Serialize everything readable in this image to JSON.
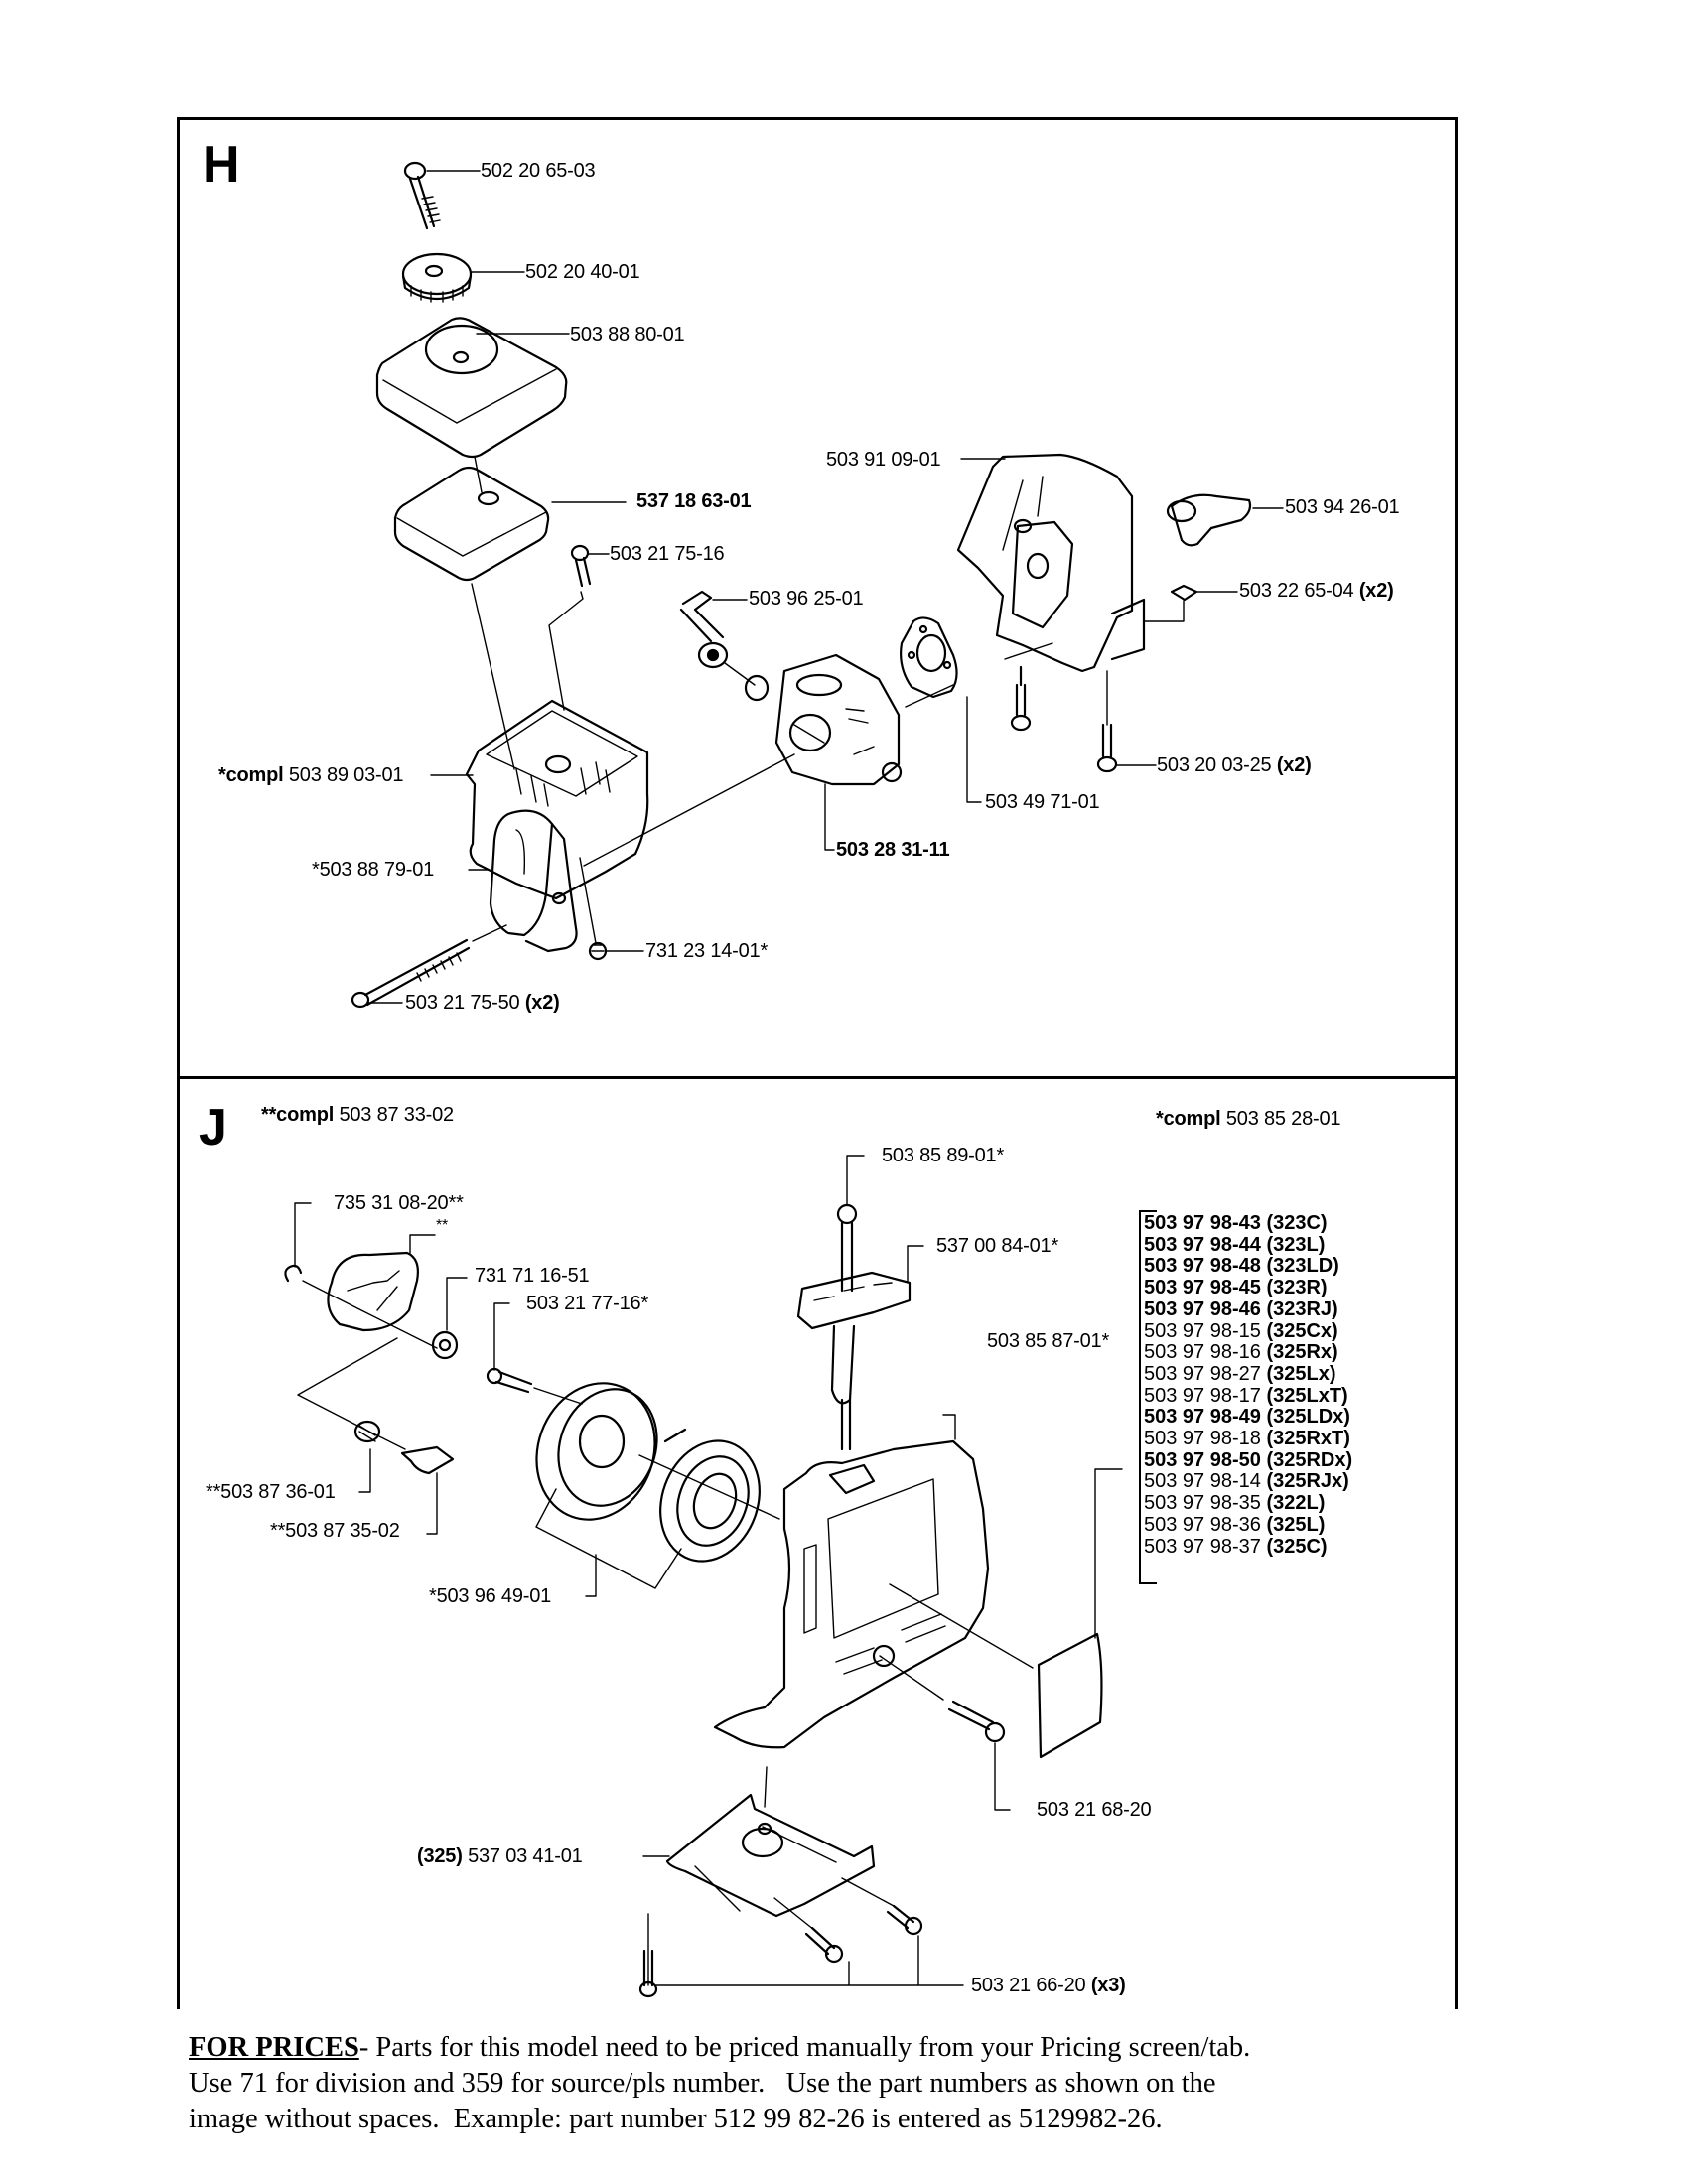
{
  "sections": {
    "H": {
      "letter": "H",
      "labels": {
        "bolt_top": "502 20 65-03",
        "knob": "502 20 40-01",
        "filter_cover": "503 88 80-01",
        "filter": "537 18 63-01",
        "screw_filter": "503 21 75-16",
        "choke_lever": "503 96 25-01",
        "shield": "503 91 09-01",
        "clip": "503 94 26-01",
        "nut_square": "503 22 65-04",
        "nut_square_qty": "(x2)",
        "air_box_prefix": "*compl",
        "air_box": "503 89 03-01",
        "screw_shield": "503 20 03-25",
        "screw_shield_qty": "(x2)",
        "gasket": "503 49 71-01",
        "handle": "*503 88 79-01",
        "carburetor": "503 28 31-11",
        "nut_small": "731 23 14-01*",
        "long_bolt": "503 21 75-50",
        "long_bolt_qty": "(x2)"
      }
    },
    "J": {
      "letter": "J",
      "labels": {
        "compl_left_prefix": "**compl",
        "compl_left": "503 87 33-02",
        "compl_right_prefix": "*compl",
        "compl_right": "503 85 28-01",
        "circlip": "735 31 08-20**",
        "double_star": "**",
        "nut": "731 71 16-51",
        "screw_pulley": "503 21 77-16*",
        "spring_pawl": "**503 87 36-01",
        "pawl": "**503 87 35-02",
        "pulley": "*503 96 49-01",
        "rope_guide": "503 85 89-01*",
        "handle_grip": "537 00 84-01*",
        "starter_housing": "503 85 87-01*",
        "screw_housing": "503 21 68-20",
        "bracket_prefix": "(325)",
        "bracket": "537 03 41-01",
        "screws_bracket": "503 21 66-20",
        "screws_bracket_qty": "(x3)"
      },
      "decal_variants": [
        {
          "part": "503 97 98-43",
          "model": "(323C)",
          "bold": true
        },
        {
          "part": "503 97 98-44",
          "model": "(323L)",
          "bold": true
        },
        {
          "part": "503 97 98-48",
          "model": "(323LD)",
          "bold": true
        },
        {
          "part": "503 97 98-45",
          "model": "(323R)",
          "bold": true
        },
        {
          "part": "503 97 98-46",
          "model": "(323RJ)",
          "bold": true
        },
        {
          "part": "503 97 98-15",
          "model": "(325Cx)",
          "bold": false
        },
        {
          "part": "503 97 98-16",
          "model": "(325Rx)",
          "bold": false
        },
        {
          "part": "503 97 98-27",
          "model": "(325Lx)",
          "bold": false
        },
        {
          "part": "503 97 98-17",
          "model": "(325LxT)",
          "bold": false
        },
        {
          "part": "503 97 98-49",
          "model": "(325LDx)",
          "bold": true
        },
        {
          "part": "503 97 98-18",
          "model": "(325RxT)",
          "bold": false
        },
        {
          "part": "503 97 98-50",
          "model": "(325RDx)",
          "bold": true
        },
        {
          "part": "503 97 98-14",
          "model": "(325RJx)",
          "bold": false
        },
        {
          "part": "503 97 98-35",
          "model": "(322L)",
          "bold": false
        },
        {
          "part": "503 97 98-36",
          "model": "(325L)",
          "bold": false
        },
        {
          "part": "503 97 98-37",
          "model": "(325C)",
          "bold": false
        }
      ]
    }
  },
  "footer": {
    "heading": "FOR PRICES",
    "line1": "- Parts for this model need to be priced manually from your Pricing screen/tab.",
    "line2": "Use 71 for division and 359 for source/pls number.   Use the part numbers as shown on the",
    "line3": "image without spaces.  Example: part number 512 99 82-26 is entered as 5129982-26."
  }
}
